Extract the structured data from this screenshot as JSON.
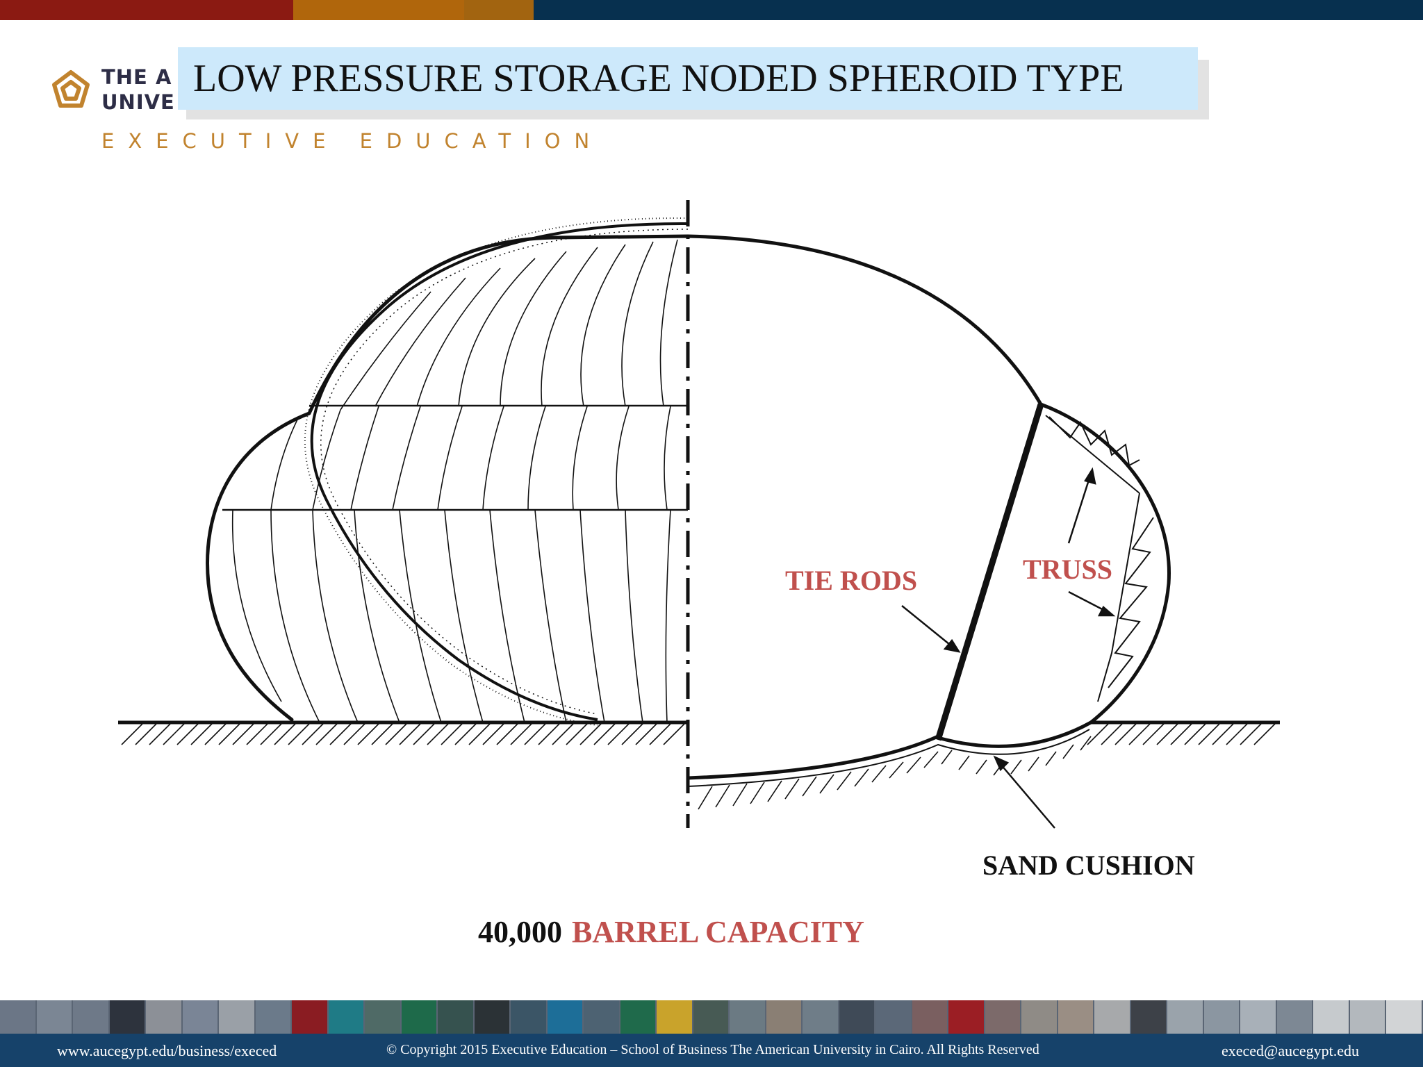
{
  "header": {
    "colors": [
      "#8b1a12",
      "#b0660c",
      "#a26410",
      "#07304f"
    ],
    "logo_line1": "THE A",
    "logo_line2": "UNIVE",
    "logo_tagline": "EXECUTIVE EDUCATION"
  },
  "slide": {
    "title": "LOW PRESSURE STORAGE NODED SPHEROID TYPE"
  },
  "diagram": {
    "labels": {
      "tie_rods": "TIE RODS",
      "truss": "TRUSS",
      "sand_cushion": "SAND CUSHION"
    }
  },
  "caption": {
    "number": "40,000",
    "text": "BARREL CAPACITY"
  },
  "footer": {
    "left": "www.aucegypt.edu/business/execed",
    "center": "© Copyright 2015 Executive Education – School of Business The American University in Cairo. All Rights Reserved",
    "right": "execed@aucegypt.edu",
    "strip_colors": [
      "#6b7686",
      "#7b8694",
      "#6e7988",
      "#2d333d",
      "#8c9097",
      "#7a8596",
      "#9aa0a7",
      "#6b7a8a",
      "#8a1c22",
      "#1f7b86",
      "#4f6a66",
      "#1e6a4a",
      "#36524f",
      "#2b3236",
      "#3b5566",
      "#1d6e98",
      "#4d6272",
      "#1f6a4b",
      "#c9a32b",
      "#475a54",
      "#6b7a83",
      "#8a7f74",
      "#6f7d88",
      "#3f4a57",
      "#5b6878",
      "#7a5f60",
      "#9b1e24",
      "#7c6a6a",
      "#8f8b86",
      "#9a8e84",
      "#a7a9ab",
      "#3d4148",
      "#9aa3ab",
      "#8b96a1",
      "#a8b0b8",
      "#7d8894",
      "#c6cacd",
      "#b3b8bd",
      "#d2d4d6"
    ]
  }
}
